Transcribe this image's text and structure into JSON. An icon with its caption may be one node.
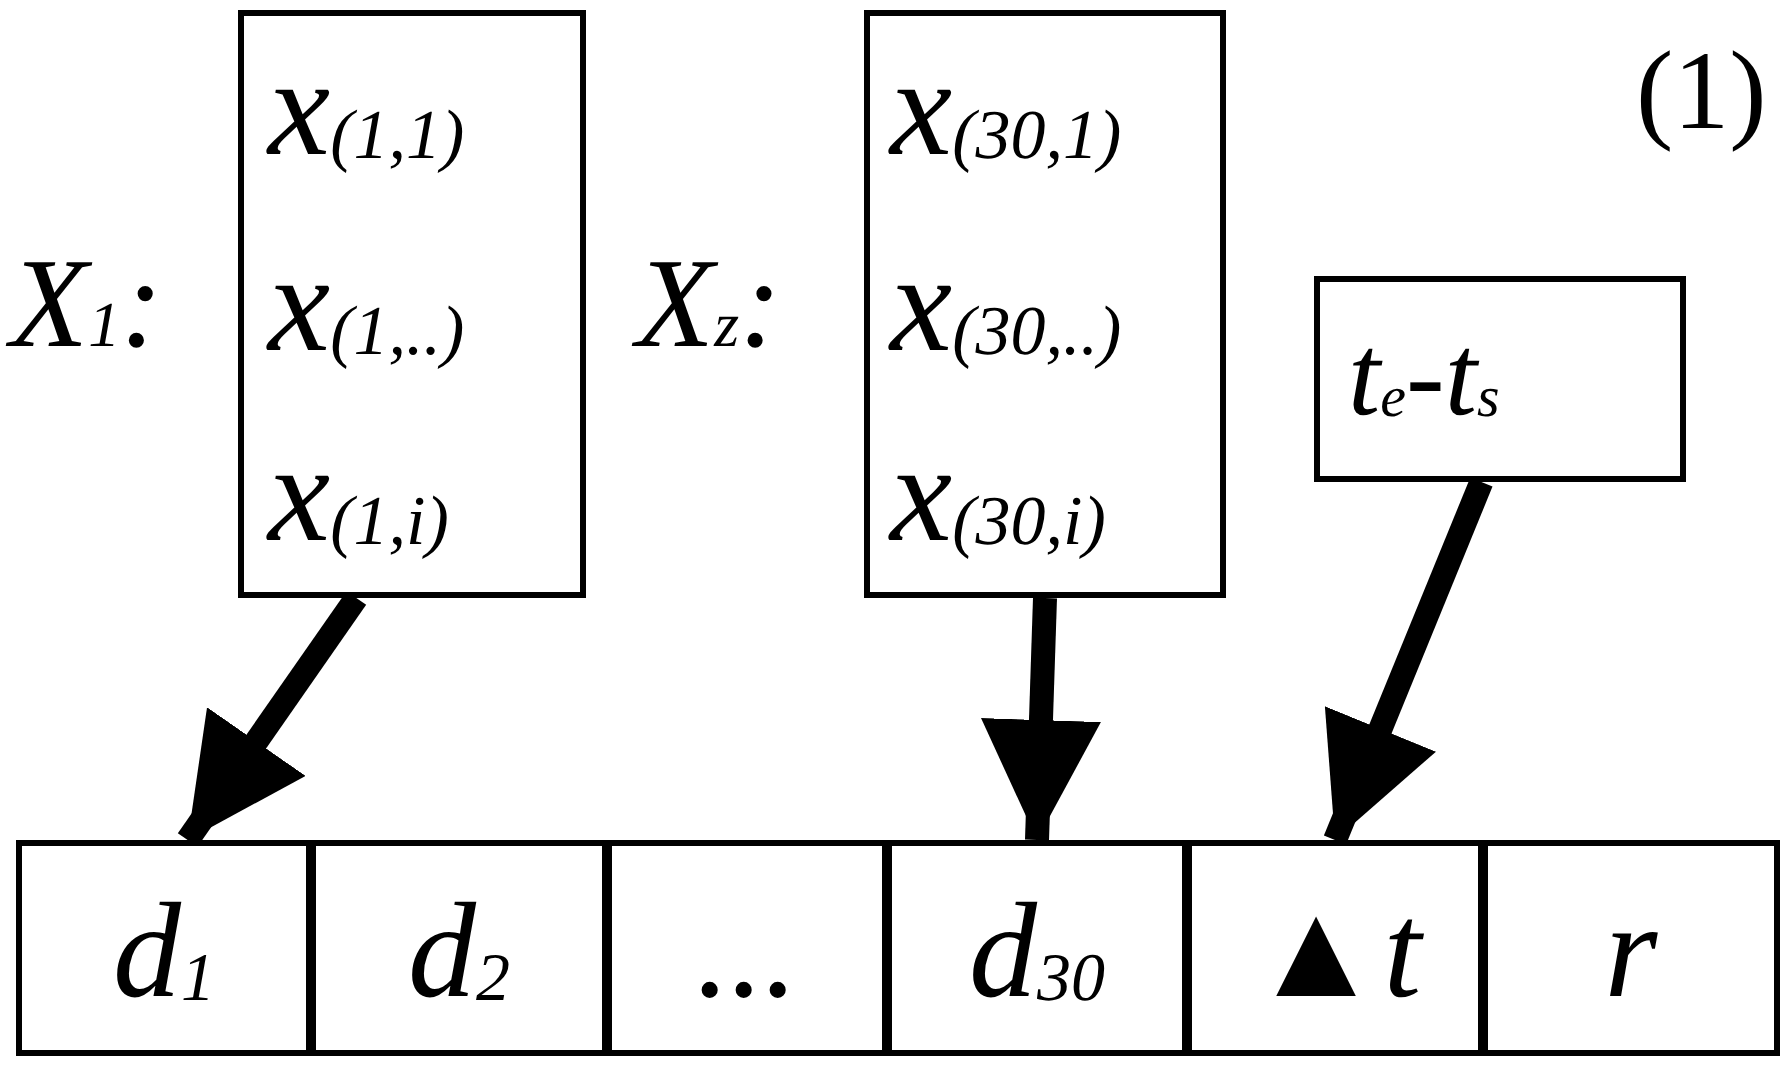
{
  "diagram": {
    "nodes": [
      {
        "text": [
          "x$_{(1,1)}$",
          "x$_{(1,..)}$",
          "x$_{(1,i)}$"
        ],
        "beside": [
          "X$_{1}$:"
        ]
      },
      {
        "text": [
          "x$_{(30,1)}$",
          "x$_{(30,..)}$",
          "x$_{(30,i)}$"
        ],
        "beside": [
          "X$_{z}$:"
        ]
      },
      {
        "text": [
          "t$_{e}$-t$_{s}$"
        ]
      },
      {
        "text": [
          "d$_{1}$"
        ]
      },
      {
        "text": [
          "d$_{2}$"
        ]
      },
      {
        "text": [
          "..."
        ]
      },
      {
        "text": [
          "d$_{30}$"
        ]
      },
      {
        "text": [
          "▲t"
        ]
      },
      {
        "text": [
          "r"
        ]
      }
    ],
    "edges": [
      {
        "from": 0,
        "to": 3,
        "arrow": "to"
      },
      {
        "from": 1,
        "to": 6,
        "arrow": "to"
      },
      {
        "from": 2,
        "to": 7,
        "arrow": "to"
      }
    ],
    "labels": [
      "(1)"
    ]
  }
}
